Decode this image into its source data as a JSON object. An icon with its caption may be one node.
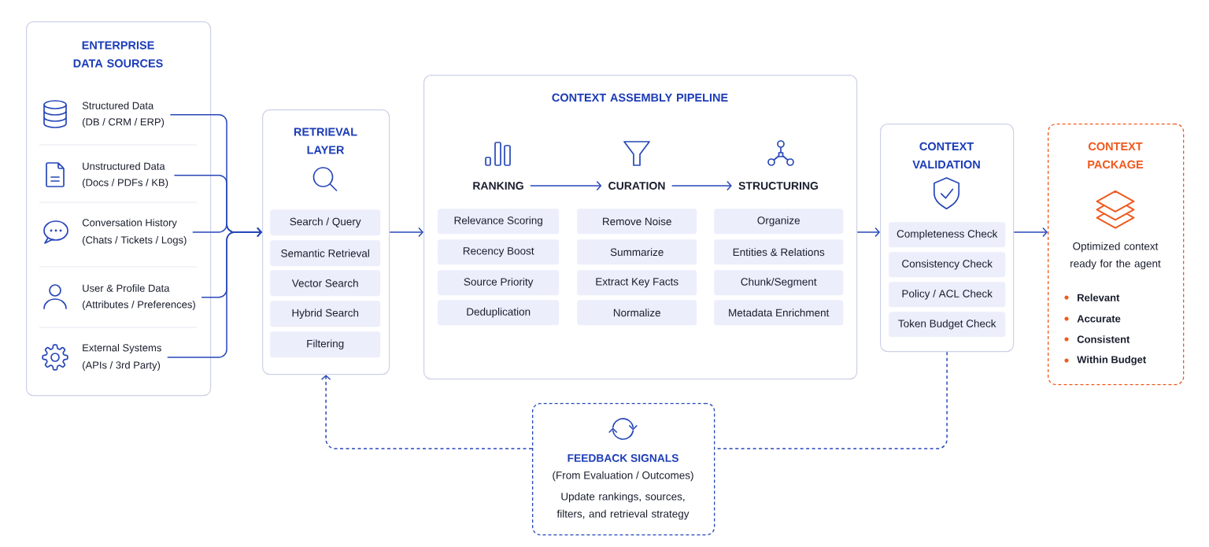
{
  "diagram": {
    "nodes": [
      {
        "text": [
          "ENTERPRISE DATA SOURCES"
        ]
      },
      {
        "text": [
          "Structured Data",
          "(DB / CRM / ERP)"
        ],
        "in": 0
      },
      {
        "text": [
          "Unstructured Data",
          "(Docs / PDFs / KB)"
        ],
        "in": 0
      },
      {
        "text": [
          "Conversation History",
          "(Chats / Tickets / Logs)"
        ],
        "in": 0
      },
      {
        "text": [
          "User & Profile Data",
          "(Attributes / Preferences)"
        ],
        "in": 0
      },
      {
        "text": [
          "External Systems",
          "(APIs / 3rd Party)"
        ],
        "in": 0
      },
      {
        "text": [
          "RETRIEVAL LAYER"
        ]
      },
      {
        "text": [
          "Search / Query"
        ],
        "in": 6
      },
      {
        "text": [
          "Semantic Retrieval"
        ],
        "in": 6
      },
      {
        "text": [
          "Vector Search"
        ],
        "in": 6
      },
      {
        "text": [
          "Hybrid Search"
        ],
        "in": 6
      },
      {
        "text": [
          "Filtering"
        ],
        "in": 6
      },
      {
        "text": [
          "CONTEXT ASSEMBLY PIPELINE"
        ]
      },
      {
        "text": [
          "RANKING"
        ],
        "in": 12
      },
      {
        "text": [
          "Relevance Scoring"
        ],
        "in": 12
      },
      {
        "text": [
          "Recency Boost"
        ],
        "in": 12
      },
      {
        "text": [
          "Source Priority"
        ],
        "in": 12
      },
      {
        "text": [
          "Deduplication"
        ],
        "in": 12
      },
      {
        "text": [
          "CURATION"
        ],
        "in": 12
      },
      {
        "text": [
          "Remove Noise"
        ],
        "in": 12
      },
      {
        "text": [
          "Summarize"
        ],
        "in": 12
      },
      {
        "text": [
          "Extract Key Facts"
        ],
        "in": 12
      },
      {
        "text": [
          "Normalize"
        ],
        "in": 12
      },
      {
        "text": [
          "STRUCTURING"
        ],
        "in": 12
      },
      {
        "text": [
          "Organize"
        ],
        "in": 12
      },
      {
        "text": [
          "Entities & Relations"
        ],
        "in": 12
      },
      {
        "text": [
          "Chunk/Segment"
        ],
        "in": 12
      },
      {
        "text": [
          "Metadata Enrichment"
        ],
        "in": 12
      },
      {
        "text": [
          "CONTEXT VALIDATION"
        ]
      },
      {
        "text": [
          "Completeness Check"
        ],
        "in": 28
      },
      {
        "text": [
          "Consistency Check"
        ],
        "in": 28
      },
      {
        "text": [
          "Policy / ACL Check"
        ],
        "in": 28
      },
      {
        "text": [
          "Token Budget Check"
        ],
        "in": 28
      },
      {
        "text": [
          "CONTEXT PACKAGE",
          "Optimized context ready for the agent",
          "Relevant",
          "Accurate",
          "Consistent",
          "Within Budget"
        ]
      },
      {
        "text": [
          "FEEDBACK SIGNALS",
          "(From Evaluation / Outcomes)",
          "Update rankings, sources, filters, and retrieval strategy"
        ]
      }
    ],
    "edges": [
      {
        "from": 1,
        "to": 6,
        "arrow": "to"
      },
      {
        "from": 2,
        "to": 6,
        "arrow": "to"
      },
      {
        "from": 3,
        "to": 6,
        "arrow": "to"
      },
      {
        "from": 4,
        "to": 6,
        "arrow": "to"
      },
      {
        "from": 5,
        "to": 6,
        "arrow": "to"
      },
      {
        "from": 6,
        "to": 12,
        "arrow": "to"
      },
      {
        "from": 13,
        "to": 18,
        "arrow": "to"
      },
      {
        "from": 18,
        "to": 23,
        "arrow": "to"
      },
      {
        "from": 12,
        "to": 28,
        "arrow": "to"
      },
      {
        "from": 28,
        "to": 33,
        "arrow": "to"
      },
      {
        "from": 28,
        "to": 34,
        "arrow": "none",
        "style": "dashed"
      },
      {
        "from": 34,
        "to": 6,
        "arrow": "to",
        "style": "dashed"
      }
    ]
  }
}
